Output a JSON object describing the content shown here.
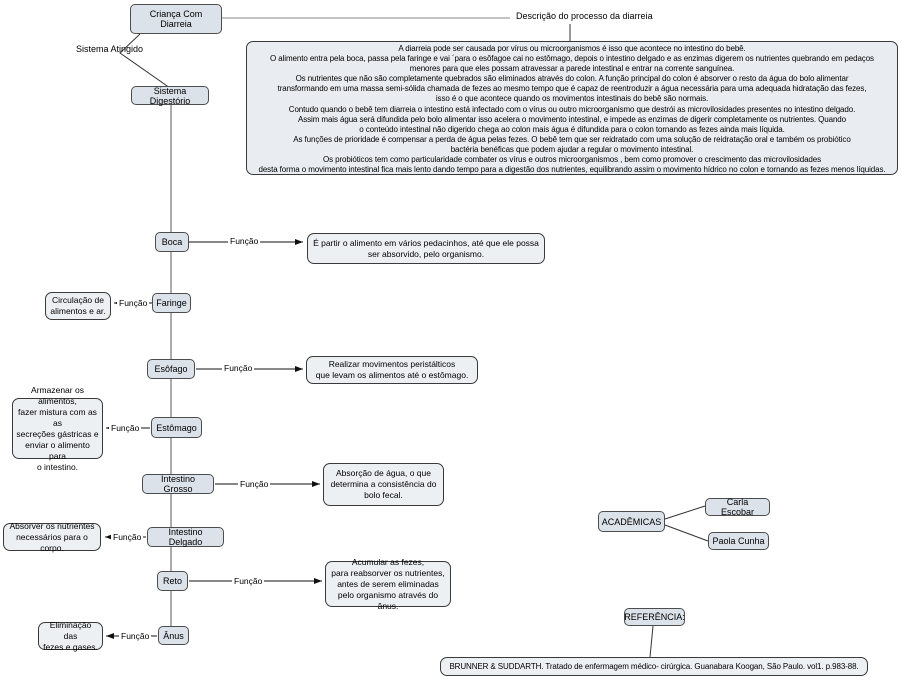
{
  "map": {
    "root_label": "Criança Com Diarreia",
    "descricao_label": "Descrição do processo da diarreia",
    "descricao_lines": [
      "A diarreia pode ser causada por vírus ou microorganismos é isso que acontece no intestino do bebê.",
      "O alimento entra pela boca, passa pela faringe e vai ´para o esôfagoe cai no estômago, depois o intestino delgado e as enzimas digerem os nutrientes quebrando em pedaços",
      "menores para que eles possam atravessar a parede intestinal e entrar na corrente sanguínea.",
      "Os nutrientes que não são completamente quebrados são eliminados através do colon. A função principal do colon é absorver o resto da água do bolo alimentar",
      "transformando em uma massa semi-sólida chamada de fezes ao mesmo tempo que é capaz de reentroduzir a água necessária para uma adequada hidratação das fezes,",
      "isso é o que acontece quando os movimentos intestinais do bebê são normais.",
      "Contudo quando o bebê tem diarreia o intestino está infectado com o vírus ou outro microorganismo que destrói as microvilosidades presentes no intestino delgado.",
      "Assim mais água será difundida pelo bolo alimentar isso acelera o movimento intestinal, e impede as enzimas de digerir completamente os nutrientes. Quando",
      "o conteúdo intestinal não digerido chega ao colon mais água é difundida para o colon tornando as fezes ainda mais líquida.",
      "As funções de prioridade é compensar a perda de água pelas fezes. O bebê tem que ser reidratado com uma solução de reidratação oral e também os probiótico",
      "bactéria benéficas que podem ajudar a regular o movimento intestinal.",
      "Os probióticos tem como particularidade combater os vírus e outros microorganismos , bem como promover o crescimento das microvilosidades",
      "desta forma o movimento intestinal fica mais lento dando tempo para a digestão dos nutrientes, equilibrando assim o movimento hídrico no colon e tornando as fezes menos líquidas."
    ],
    "sistema_label": "Sistema Atingido",
    "sistema_node": "Sistema Digestório",
    "funcao": "Função",
    "organs": [
      {
        "name": "Boca",
        "desc": "É  partir o alimento em vários pedacinhos, até que ele possa\nser absorvido, pelo organismo."
      },
      {
        "name": "Faringe",
        "desc": "Circulação de\nalimentos e ar."
      },
      {
        "name": "Esôfago",
        "desc": "Realizar movimentos peristálticos\nque levam os alimentos até o estômago."
      },
      {
        "name": "Estômago",
        "desc": "Armazenar os alimentos,\nfazer mistura com as as\nsecreções gástricas e\nenviar o alimento para\no intestino."
      },
      {
        "name": "Intestino Grosso",
        "desc": "Absorção de água, o que\ndetermina a consistência do\nbolo fecal."
      },
      {
        "name": "Intestino Delgado",
        "desc": "Absorver os nutrientes\nnecessários para o corpo."
      },
      {
        "name": "Reto",
        "desc": "Acumular as fezes,\npara reabsorver os nutrientes,\nantes de serem eliminadas\npelo organismo através do ânus."
      },
      {
        "name": "Ânus",
        "desc": "Eliminação das\nfezes e gases."
      }
    ],
    "academicas": {
      "label": "ACADÊMICAS",
      "members": [
        "Carla Escobar",
        "Paola Cunha"
      ]
    },
    "referencia": {
      "label": "REFERÊNCIA:",
      "text": "BRUNNER & SUDDARTH. Tratado de enfermagem médico- cirúrgica. Guanabara Koogan, São Paulo. vol1. p.983-88."
    },
    "colors": {
      "node_fill": "#dbe2e9",
      "desc_fill": "#edf0f3",
      "border": "#3a3a3a",
      "line": "#555555"
    }
  }
}
